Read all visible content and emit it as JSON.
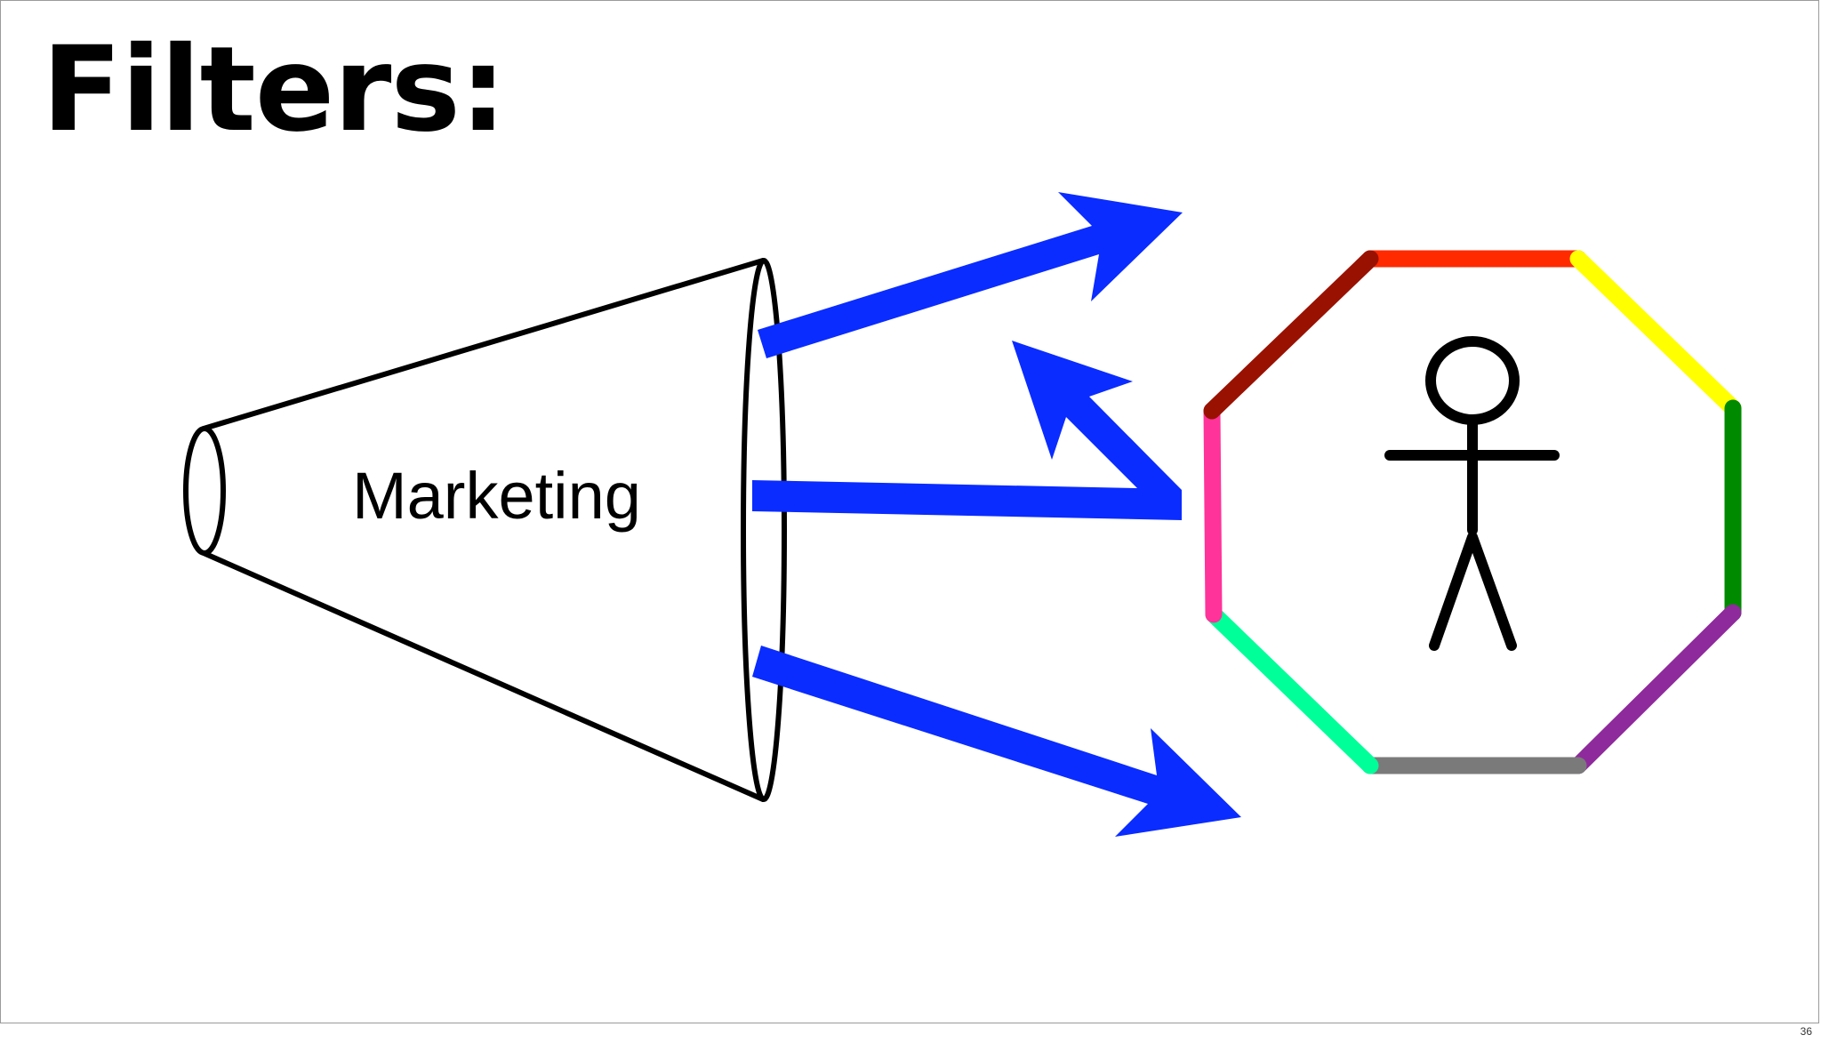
{
  "slide": {
    "title": "Filters:",
    "page_number": "36"
  },
  "diagram": {
    "megaphone_label": "Marketing",
    "arrow_color": "#0a2cff",
    "octagon_edges": [
      {
        "name": "top",
        "color": "#ff2a00"
      },
      {
        "name": "upper-right",
        "color": "#ffff00"
      },
      {
        "name": "right",
        "color": "#008a00"
      },
      {
        "name": "lower-right",
        "color": "#8e2a9c"
      },
      {
        "name": "bottom",
        "color": "#7a7a7a"
      },
      {
        "name": "lower-left",
        "color": "#00ff99"
      },
      {
        "name": "left",
        "color": "#ff3399"
      },
      {
        "name": "upper-left",
        "color": "#991100"
      }
    ],
    "figure": "stick-person"
  }
}
